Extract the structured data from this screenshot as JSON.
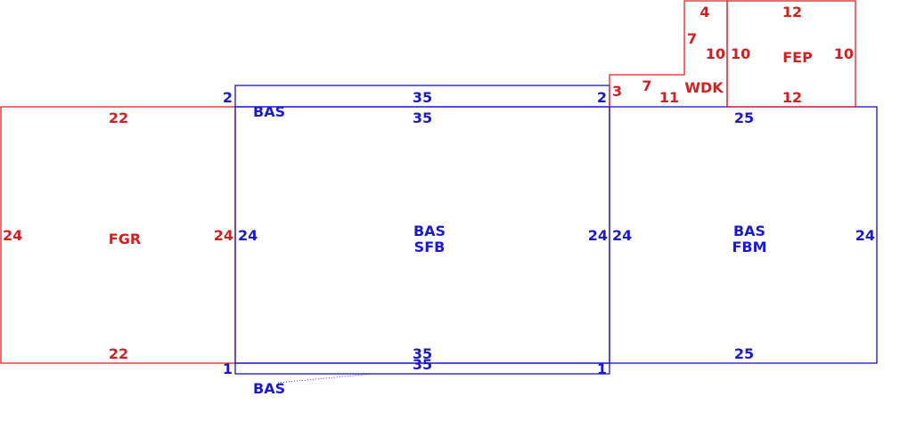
{
  "colors": {
    "red": "#e02020",
    "blue": "#1414d0"
  },
  "areas": {
    "fgr": {
      "name": "FGR",
      "top": "22",
      "bottom": "22",
      "left": "24",
      "right": "24"
    },
    "bas_main": {
      "name": "BAS",
      "code": "SFB",
      "top": "35",
      "bottom": "35",
      "left": "24",
      "right": "24"
    },
    "bas_top": {
      "name": "BAS",
      "length": "35",
      "left": "2",
      "right": "2"
    },
    "bas_bottom": {
      "name": "BAS",
      "length": "35",
      "left": "1",
      "right": "1"
    },
    "bas_fbm": {
      "name": "BAS",
      "code": "FBM",
      "top": "25",
      "bottom": "25",
      "left": "24",
      "right": "24"
    },
    "wdk": {
      "name": "WDK",
      "left": "3",
      "bottom_left": "7",
      "bottom_right": "11",
      "top": "4",
      "step": "7",
      "right": "10"
    },
    "fep": {
      "name": "FEP",
      "top": "12",
      "bottom": "12",
      "left": "10",
      "right": "10"
    }
  }
}
